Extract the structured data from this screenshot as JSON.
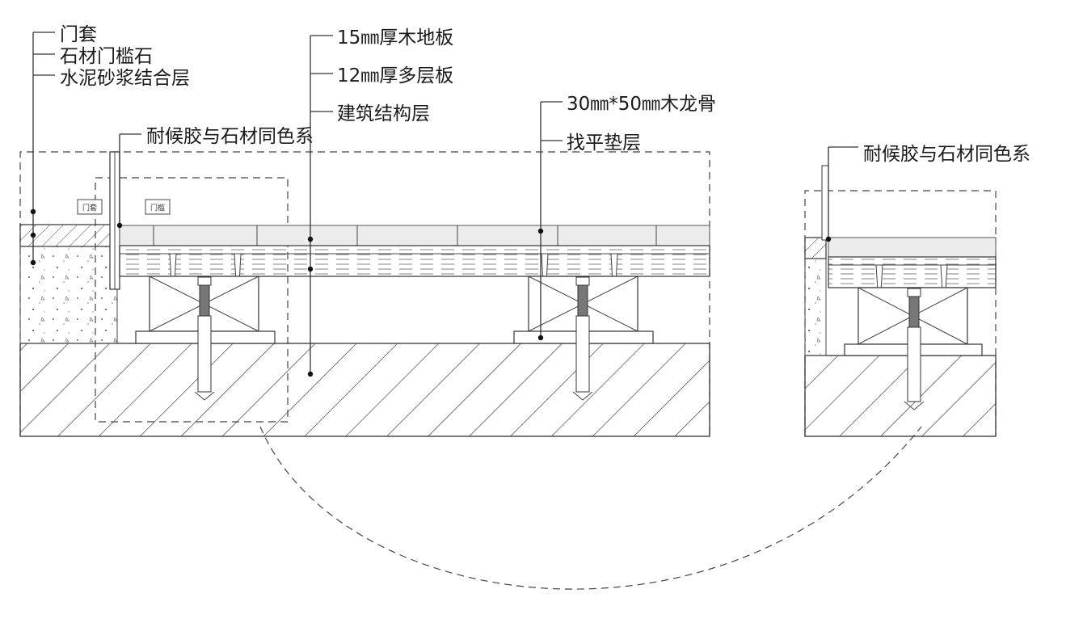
{
  "labels": {
    "door_casing": "门套",
    "stone_threshold": "石材门槛石",
    "cement_mortar": "水泥砂浆结合层",
    "sealant_left": "耐候胶与石材同色系",
    "wood_floor": "15㎜厚木地板",
    "multilayer_board": "12㎜厚多层板",
    "structure_layer": "建筑结构层",
    "wood_keel": "30㎜*50㎜木龙骨",
    "leveling_pad": "找平垫层",
    "sealant_detail": "耐候胶与石材同色系"
  },
  "tags": {
    "door_box": "门套",
    "threshold_box": "门槛"
  }
}
